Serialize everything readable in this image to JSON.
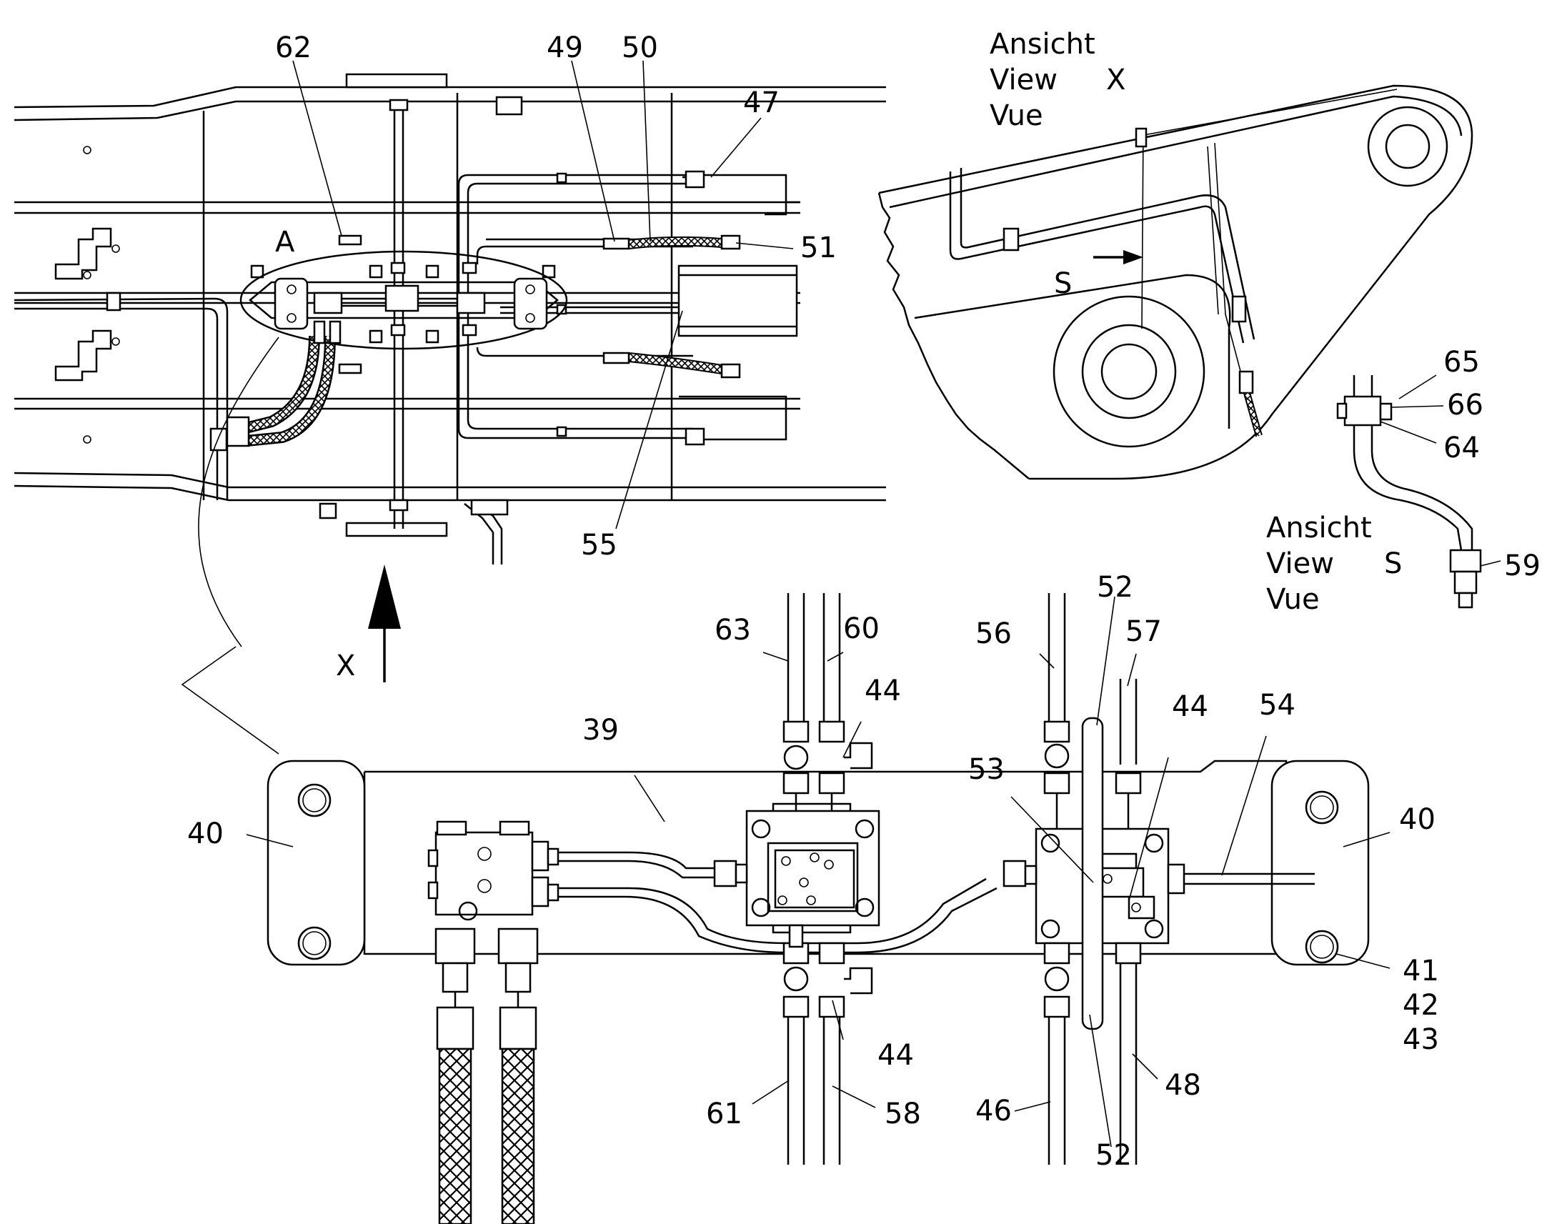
{
  "colors": {
    "ink": "#000000",
    "paper": "#ffffff"
  },
  "views": {
    "x": [
      "Ansicht",
      "View",
      "Vue"
    ],
    "x_letter": "X",
    "s": [
      "Ansicht",
      "View",
      "Vue"
    ],
    "s_letter": "S",
    "detail_letter": "A",
    "section_letter": "S",
    "arrow_letter": "X"
  },
  "labels": {
    "p62": "62",
    "p49": "49",
    "p50": "50",
    "p47": "47",
    "p51": "51",
    "p55": "55",
    "p65": "65",
    "p66": "66",
    "p64": "64",
    "p59": "59",
    "p63": "63",
    "p60": "60",
    "p44a": "44",
    "p39": "39",
    "p40a": "40",
    "p56": "56",
    "p52a": "52",
    "p57": "57",
    "p44b": "44",
    "p54": "54",
    "p53": "53",
    "p40b": "40",
    "p41": "41",
    "p42": "42",
    "p43": "43",
    "p44c": "44",
    "p61": "61",
    "p58": "58",
    "p46": "46",
    "p52b": "52",
    "p48": "48"
  }
}
